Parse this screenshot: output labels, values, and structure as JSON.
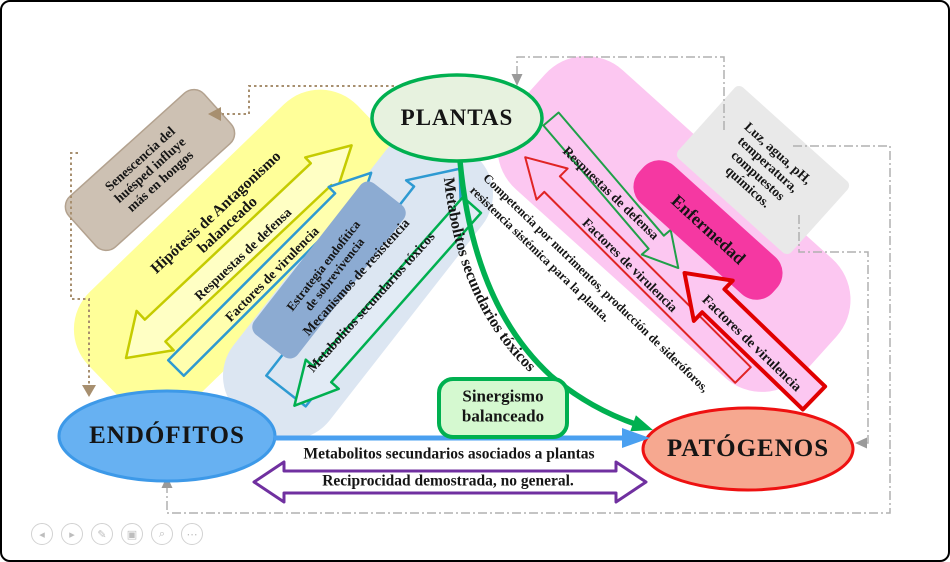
{
  "nodes": {
    "plantas": "PLANTAS",
    "endofitos": "ENDÓFITOS",
    "patogenos": "PATÓGENOS"
  },
  "boxes": {
    "senescencia": "Senescencia del\nhuésped influye\nmás en hongos",
    "hipotesis": "Hipótesis de Antagonismo\nbalanceado",
    "estrategia": "Estrategia endofítica\nde sobrevivencia",
    "luz": "Luz, agua, pH,\ntemperatura,\ncompuestos\nquímicos.",
    "enfermedad": "Enfermedad",
    "sinergismo": "Sinergismo\nbalanceado"
  },
  "arrow_labels": {
    "respuestas_izq": "Respuestas de defensa",
    "factores_izq": "Factores de virulencia",
    "mecanismos": "Mecanismos de resistencia",
    "metabolitos_banda": "Metabolitos secundarios tóxicos",
    "respuestas_der": "Respuestas de defensa",
    "factores_der": "Factores de virulencia",
    "factores_der_bold": "Factores de virulencia",
    "metabolitos_curva": "Metabolitos secundarios tóxicos",
    "metabolitos_asociados": "Metabolitos secundarios asociados a plantas",
    "reciprocidad": "Reciprocidad demostrada, no general."
  },
  "notes": {
    "competencia_1": "Competencia por nutrimentos, producción de sideróforos,",
    "competencia_2": "resistencia sistémica para la planta."
  },
  "colors": {
    "verde": "#00b050",
    "azul_flecha": "#2e9ad2",
    "azul_linea": "#4aa0f0",
    "morado": "#7030a0",
    "rojo": "#e00000",
    "banda_amarilla": "#ffff99",
    "caja_olivo": "#b2b614",
    "banda_azul": "#dce6f2",
    "caja_estrategia": "#8cabd2",
    "banda_rosa": "#fcc7f1",
    "caja_magenta": "#f538a2",
    "caja_gris": "#e9e9e9",
    "caja_cafe": "#cdc1b3",
    "elipse_plantas": "#e7f2df",
    "elipse_endofitos": "#67b1f2",
    "elipse_patogenos": "#f6a890",
    "conector_punteado": "#a78f6f",
    "conector_guiones": "#b0b0b0"
  },
  "controls": [
    {
      "name": "prev",
      "glyph": "◂"
    },
    {
      "name": "next",
      "glyph": "▸"
    },
    {
      "name": "pen",
      "glyph": "✎"
    },
    {
      "name": "slides",
      "glyph": "▣"
    },
    {
      "name": "zoom",
      "glyph": "⌕"
    },
    {
      "name": "more",
      "glyph": "⋯"
    }
  ]
}
